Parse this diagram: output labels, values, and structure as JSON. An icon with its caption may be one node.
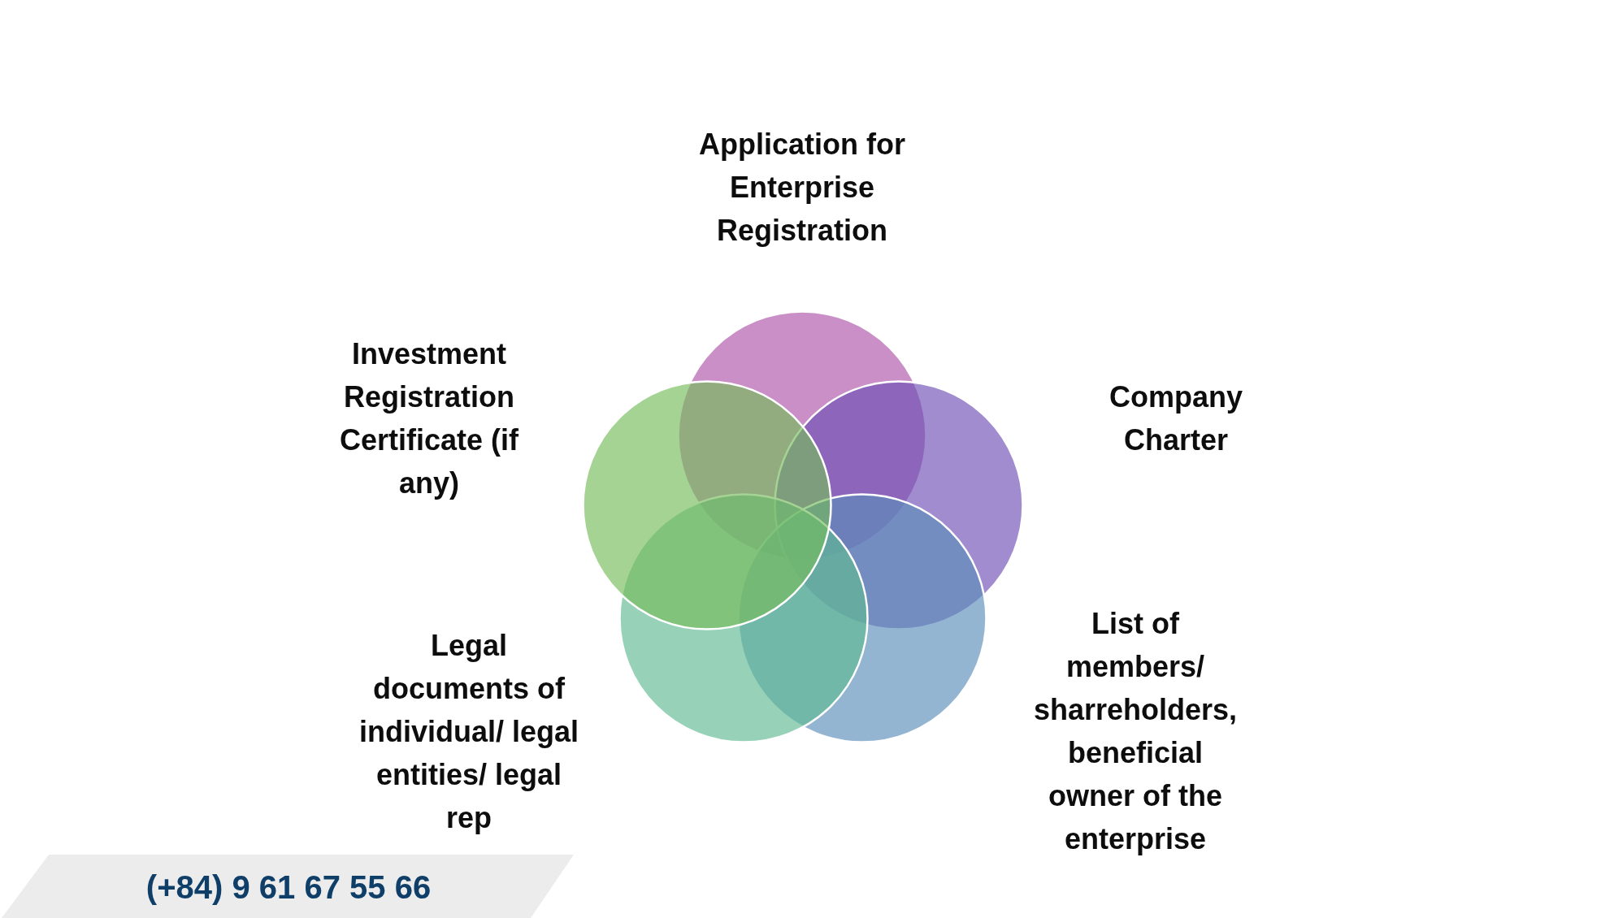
{
  "diagram": {
    "nodes": [
      {
        "text": [
          "Application for Enterprise Registration"
        ]
      },
      {
        "text": [
          "Investment Registration Certificate (if any)"
        ]
      },
      {
        "text": [
          "Company Charter"
        ]
      },
      {
        "text": [
          "List of members/ sharreholders, beneficial owner of the enterprise"
        ]
      },
      {
        "text": [
          "Legal documents of individual/ legal entities/ legal rep"
        ]
      },
      {
        "text": [
          "(+84) 9 61 67 55 66"
        ]
      }
    ]
  }
}
